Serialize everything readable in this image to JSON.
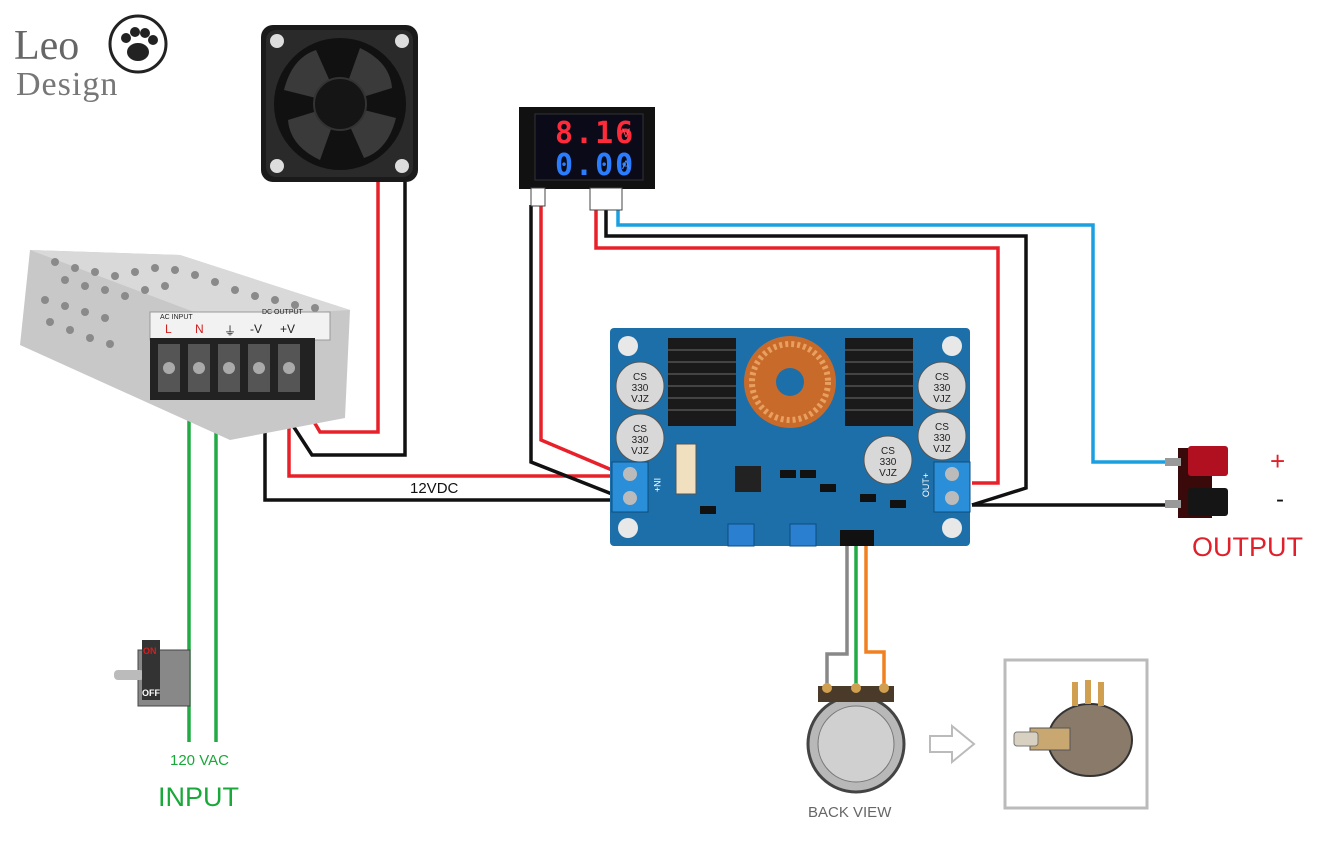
{
  "logo": {
    "line1": "Leo",
    "line2": "Design"
  },
  "labels": {
    "dc_line": "12VDC",
    "ac_line": "120 VAC",
    "input": "INPUT",
    "output": "OUTPUT",
    "plus": "+",
    "minus": "-",
    "back_view": "BACK VIEW"
  },
  "meter": {
    "volts": "8.16",
    "amps": "0.00",
    "v_unit": "V",
    "a_unit": "A"
  },
  "psu": {
    "ac_input": "AC INPUT",
    "dc_output": "DC OUTPUT",
    "terminals": [
      "L",
      "N",
      "⏚",
      "-V",
      "+V"
    ]
  },
  "converter": {
    "cap_text": "CS 330 VJZ",
    "in_label": "IN+",
    "out_label": "OUT+"
  },
  "switch": {
    "on": "ON",
    "off": "OFF"
  },
  "wire_colors": {
    "positive": "#e8202a",
    "negative": "#111111",
    "ac": "#22aa44",
    "signal_blue": "#1a9fe0",
    "pot_gray": "#888888",
    "pot_orange": "#f08020"
  }
}
